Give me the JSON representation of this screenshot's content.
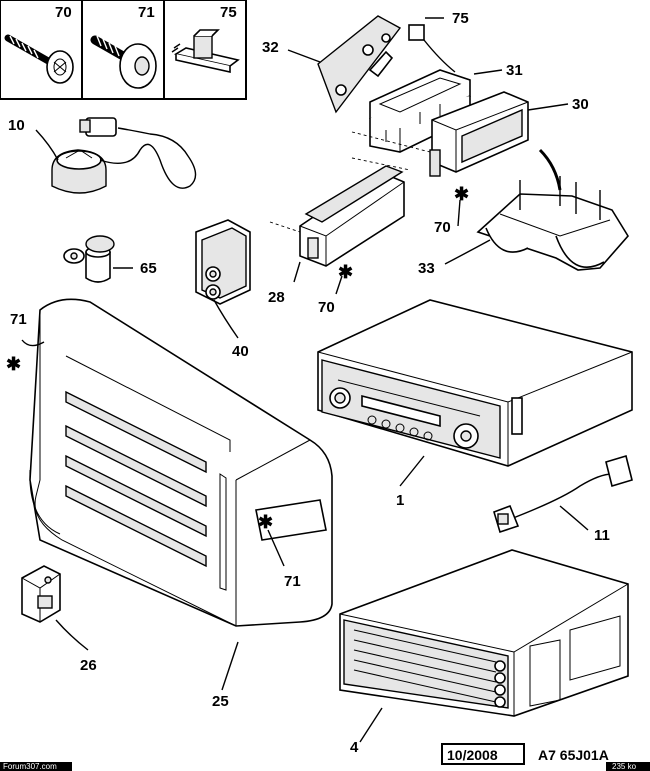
{
  "legend_boxes": [
    {
      "label": "70",
      "icon": "screw-icon"
    },
    {
      "label": "71",
      "icon": "bolt-icon"
    },
    {
      "label": "75",
      "icon": "connector-clip-icon"
    }
  ],
  "callouts": {
    "c1": "1",
    "c4": "4",
    "c10": "10",
    "c11": "11",
    "c25": "25",
    "c26": "26",
    "c28": "28",
    "c30": "30",
    "c31": "31",
    "c32": "32",
    "c33": "33",
    "c40": "40",
    "c65": "65",
    "c70a": "70",
    "c70b": "70",
    "c71a": "71",
    "c71b": "71",
    "c75": "75"
  },
  "footer": {
    "date": "10/2008",
    "reference": "A7 65J01A",
    "watermark_left": "Forum307.com",
    "watermark_right": "235 ko"
  }
}
